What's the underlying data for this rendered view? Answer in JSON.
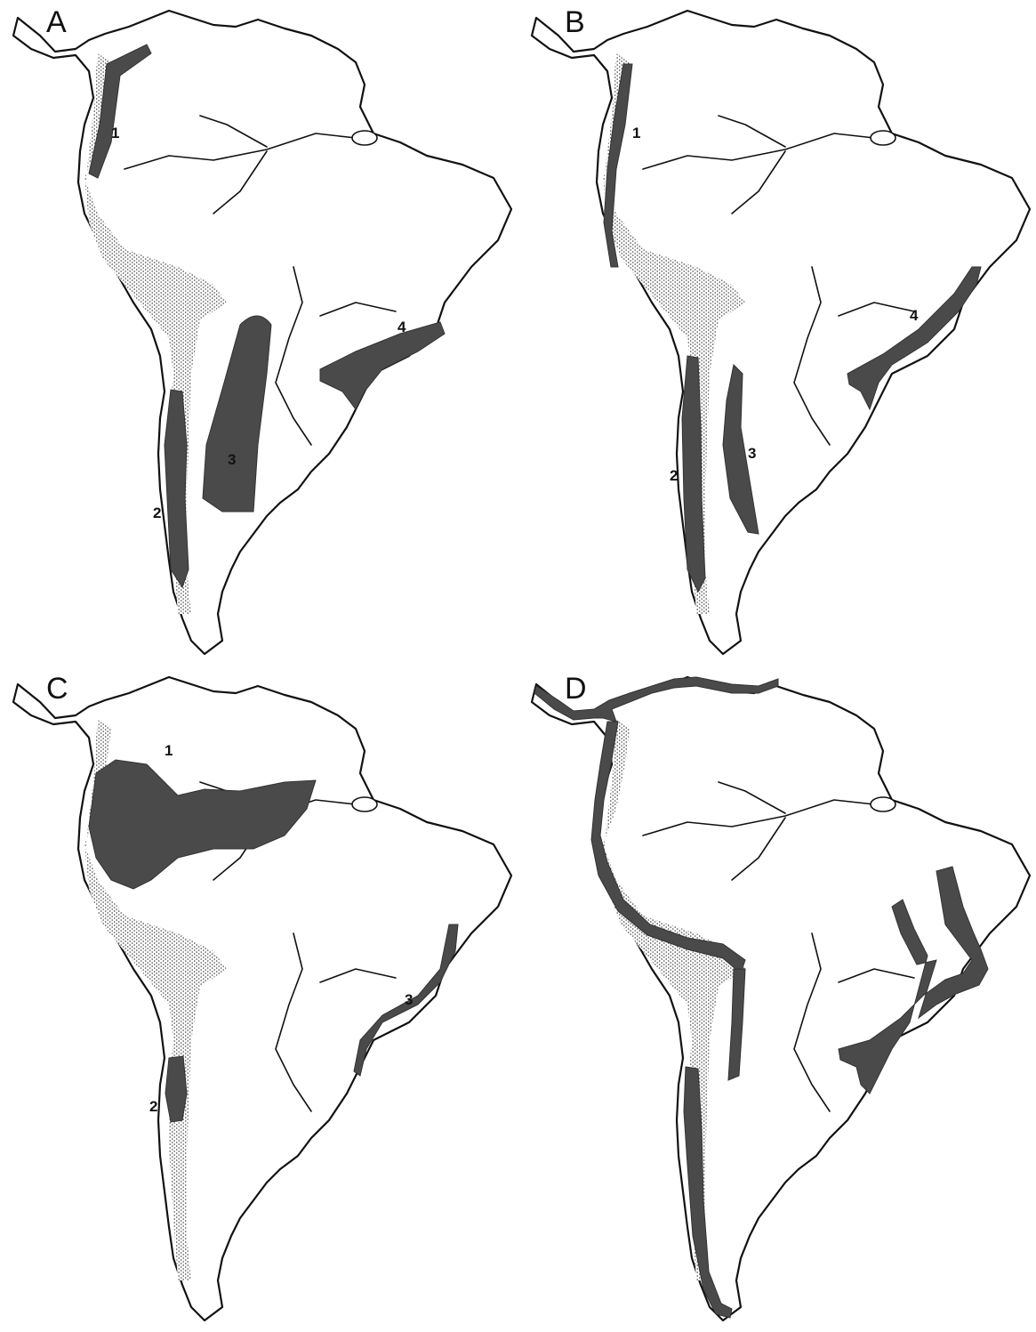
{
  "colors": {
    "region": "#4a4a4a",
    "coast": "#111111",
    "background": "#ffffff"
  },
  "panels": [
    {
      "letter": "A",
      "labels": [
        "1",
        "2",
        "3",
        "4"
      ]
    },
    {
      "letter": "B",
      "labels": [
        "1",
        "2",
        "3",
        "4"
      ]
    },
    {
      "letter": "C",
      "labels": [
        "1",
        "2",
        "3"
      ]
    },
    {
      "letter": "D",
      "labels": []
    }
  ]
}
